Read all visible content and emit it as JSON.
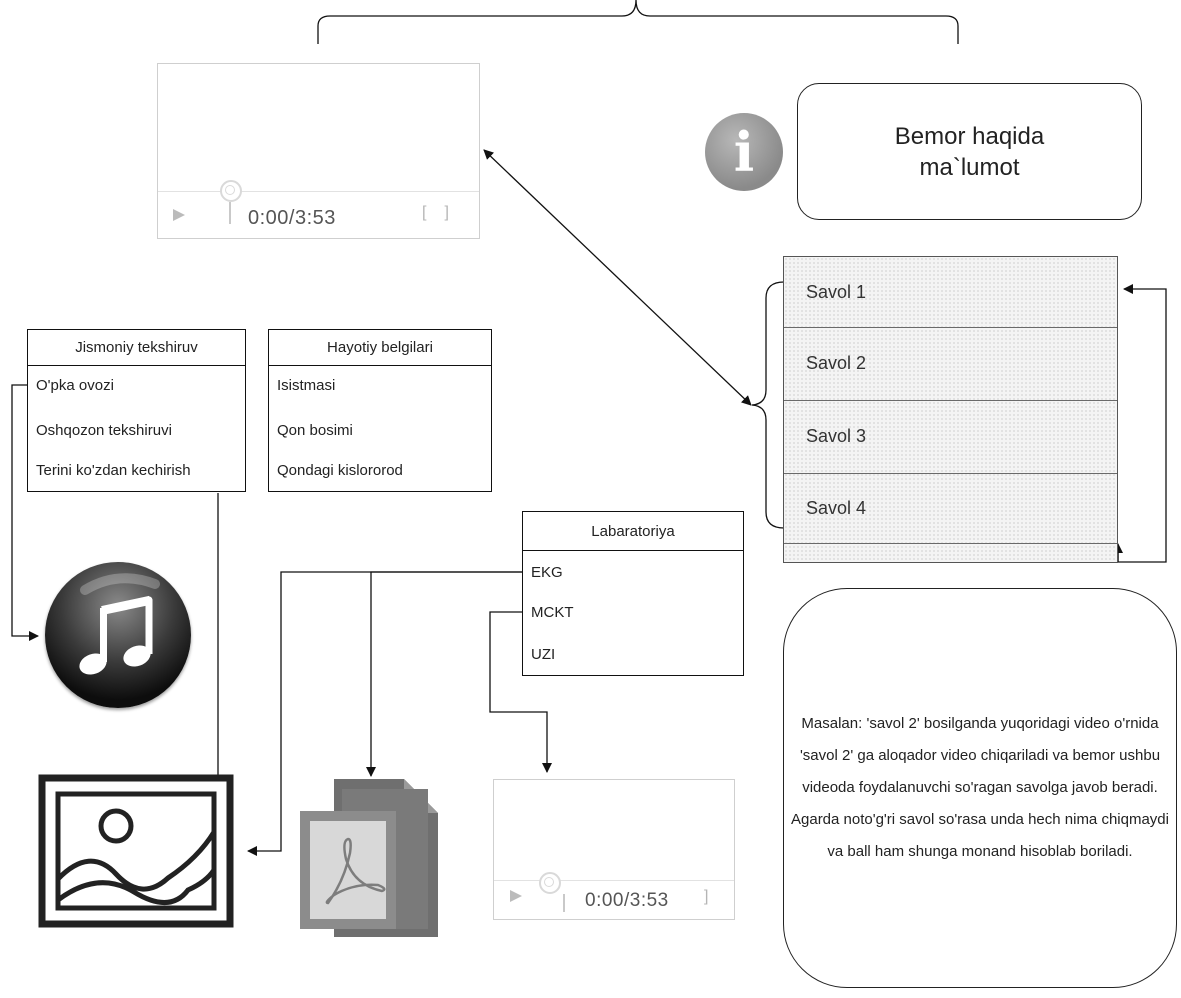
{
  "video_top": {
    "time": "0:00/3:53"
  },
  "video_bottom": {
    "time": "0:00/3:53"
  },
  "info_card": {
    "line1": "Bemor haqida",
    "line2": "ma`lumot"
  },
  "info_icon": {
    "glyph": "i"
  },
  "questions": [
    "Savol 1",
    "Savol 2",
    "Savol 3",
    "Savol 4"
  ],
  "physical_exam": {
    "title": "Jismoniy tekshiruv",
    "items": [
      "O'pka ovozi",
      "Oshqozon tekshiruvi",
      "Terini ko'zdan kechirish"
    ]
  },
  "vital_signs": {
    "title": "Hayotiy belgilari",
    "items": [
      "Isistmasi",
      "Qon bosimi",
      "Qondagi kislororod"
    ]
  },
  "laboratory": {
    "title": "Labaratoriya",
    "items": [
      "EKG",
      "MCKT",
      "UZI"
    ]
  },
  "description": "Masalan: 'savol 2' bosilganda  yuqoridagi video o'rnida 'savol 2' ga aloqador video chiqariladi va bemor ushbu videoda foydalanuvchi so'ragan savolga javob beradi. Agarda noto'g'ri savol so'rasa unda hech nima chiqmaydi va ball ham shunga monand hisoblab boriladi.",
  "icons": [
    "info-icon",
    "music-icon",
    "image-icon",
    "pdf-icon",
    "play-icon",
    "fullscreen-icon"
  ],
  "colors": {
    "line": "#111111",
    "player_border": "#cfcfcf",
    "list_bg": "#f4f4f4"
  }
}
